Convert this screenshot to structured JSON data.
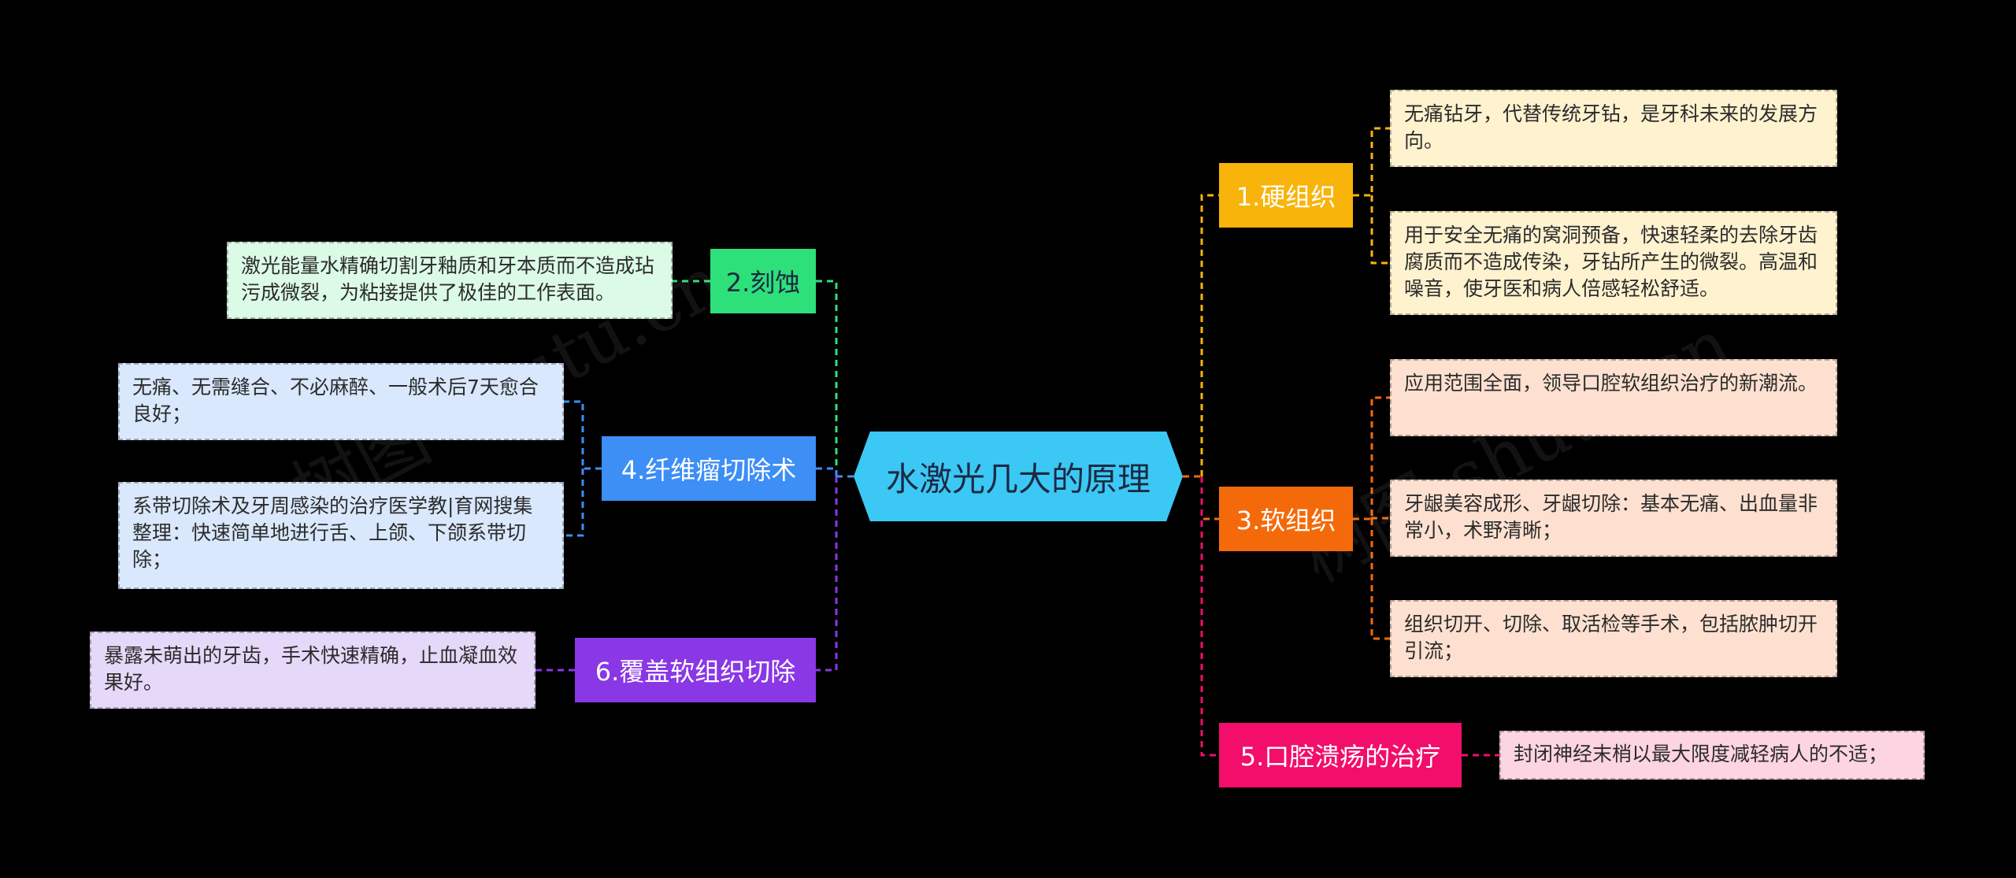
{
  "central": {
    "title": "水激光几大的原理",
    "color": "#3cc8f4"
  },
  "branches": {
    "hard_tissue": {
      "label": "1.硬组织",
      "color": "#f8b40a",
      "leaves": [
        "无痛钻牙，代替传统牙钻，是牙科未来的发展方向。",
        "用于安全无痛的窝洞预备，快速轻柔的去除牙齿腐质而不造成传染，牙钻所产生的微裂。高温和噪音，使牙医和病人倍感轻松舒适。"
      ],
      "leaf_color": "#fff2cf"
    },
    "etching": {
      "label": "2.刻蚀",
      "color": "#2ee07a",
      "leaves": [
        "激光能量水精确切割牙釉质和牙本质而不造成玷污成微裂，为粘接提供了极佳的工作表面。"
      ],
      "leaf_color": "#dcfbe6"
    },
    "soft_tissue": {
      "label": "3.软组织",
      "color": "#f46a0a",
      "leaves": [
        "应用范围全面，领导口腔软组织治疗的新潮流。",
        "牙龈美容成形、牙龈切除：基本无痛、出血量非常小，术野清晰；",
        "组织切开、切除、取活检等手术，包括脓肿切开引流；"
      ],
      "leaf_color": "#fde0d0"
    },
    "fibroma": {
      "label": "4.纤维瘤切除术",
      "color": "#3d8ef5",
      "leaves": [
        "无痛、无需缝合、不必麻醉、一般术后7天愈合良好；",
        "系带切除术及牙周感染的治疗医学教|育网搜集整理：快速简单地进行舌、上颌、下颌系带切除；"
      ],
      "leaf_color": "#d9e8fd"
    },
    "ulcer": {
      "label": "5.口腔溃疡的治疗",
      "color": "#f20e6a",
      "leaves": [
        "封闭神经末梢以最大限度减轻病人的不适；"
      ],
      "leaf_color": "#fdd4e2"
    },
    "cover": {
      "label": "6.覆盖软组织切除",
      "color": "#8a37e6",
      "leaves": [
        "暴露未萌出的牙齿，手术快速精确，止血凝血效果好。"
      ],
      "leaf_color": "#e6d8f8"
    }
  },
  "watermarks": [
    "树图 shutu.cn",
    "树图 shutu.cn"
  ]
}
